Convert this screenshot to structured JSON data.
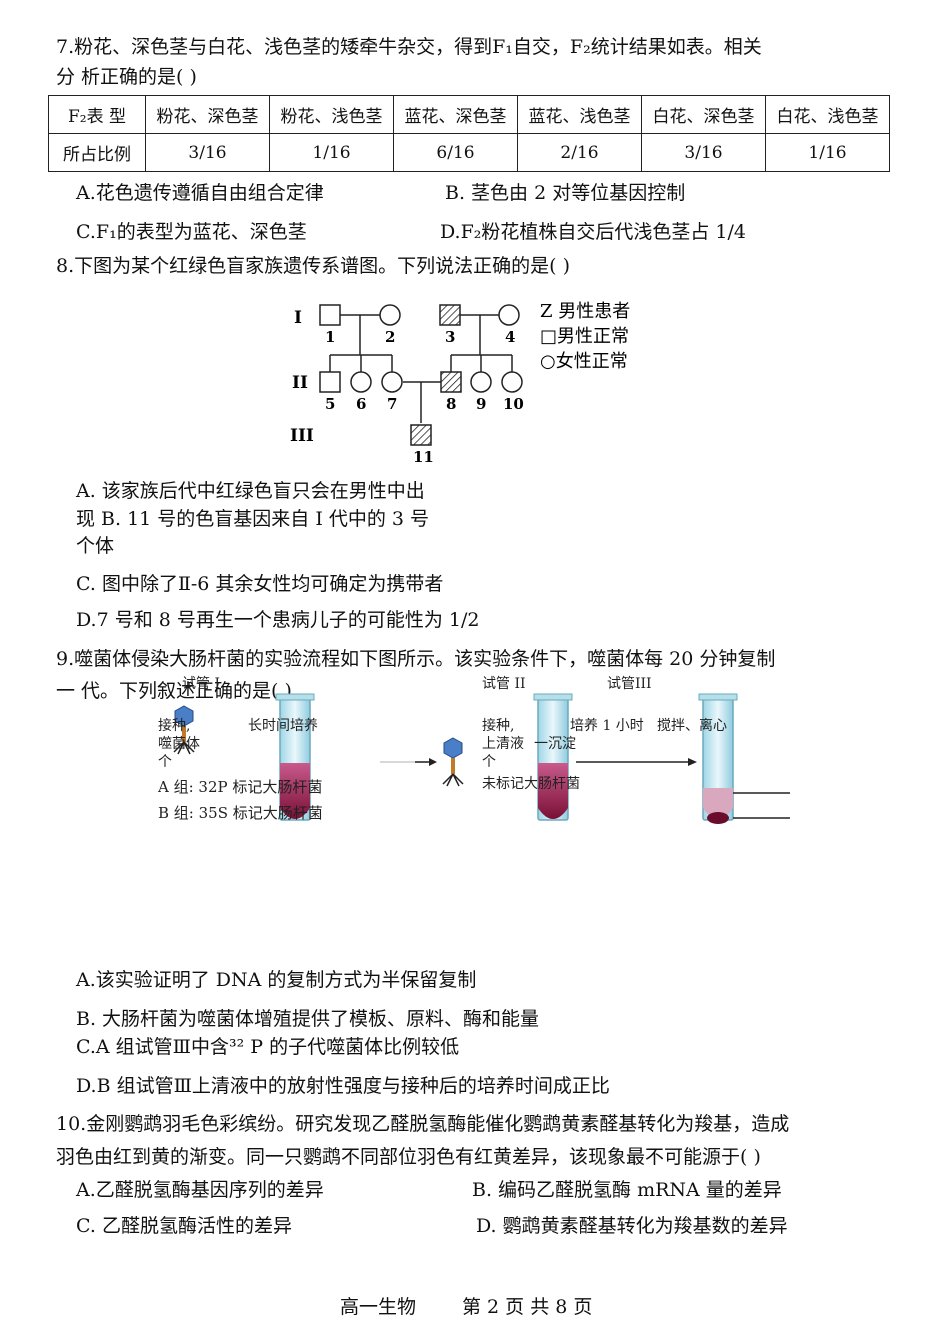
{
  "q7": {
    "stem_line1": "7.粉花、深色茎与白花、浅色茎的矮牵牛杂交，得到F₁自交，F₂统计结果如表。相关",
    "stem_line2": "分 析正确的是(    )",
    "table": {
      "header_label": "F₂表 型",
      "row_label": "所占比例",
      "phenotypes": [
        "粉花、深色茎",
        "粉花、浅色茎",
        "蓝花、深色茎",
        "蓝花、浅色茎",
        "白花、深色茎",
        "白花、浅色茎"
      ],
      "ratios": [
        "3/16",
        "1/16",
        "6/16",
        "2/16",
        "3/16",
        "1/16"
      ]
    },
    "options": {
      "A": "A.花色遗传遵循自由组合定律",
      "B": "B. 茎色由 2 对等位基因控制",
      "C": "C.F₁的表型为蓝花、深色茎",
      "D": "D.F₂粉花植株自交后代浅色茎占 1/4"
    }
  },
  "q8": {
    "stem": "8.下图为某个红绿色盲家族遗传系谱图。下列说法正确的是(    )",
    "pedigree": {
      "generations": [
        "I",
        "II",
        "III"
      ],
      "individuals": [
        "1",
        "2",
        "3",
        "4",
        "5",
        "6",
        "7",
        "8",
        "9",
        "10",
        "11"
      ],
      "legend": [
        "Z   男性患者",
        "□男性正常",
        "○女性正常"
      ]
    },
    "options": {
      "A_line1": "A. 该家族后代中红绿色盲只会在男性中出",
      "A_line2": "现  B. 11  号的色盲基因来自 I  代中的 3 号",
      "A_line3": "个体",
      "C": "C. 图中除了Ⅱ-6 其余女性均可确定为携带者",
      "D": "D.7  号和 8 号再生一个患病儿子的可能性为 1/2"
    }
  },
  "q9": {
    "stem_line1": "9.噬菌体侵染大肠杆菌的实验流程如下图所示。该实验条件下，噬菌体每 20 分钟复制",
    "stem_line2": "一  代。下列叙述正确的是(    )",
    "figure": {
      "tube1": "试管 I",
      "tube2": "试管 II",
      "tube3": "试管III",
      "inoculate1": "接种,",
      "phage1": "噬菌体",
      "ge1": "个",
      "long_culture": "长时间培养",
      "groupA": "A 组:   32P 标记大肠杆菌",
      "groupB": "B 组:   35S 标记大肠杆菌",
      "inoculate2": "接种,",
      "supernatant": "上清液",
      "ge2": "个",
      "unlabeled": "未标记大肠杆菌",
      "culture_1h": "培养 1 小时",
      "stir": "搅拌、离心",
      "precipitate": "一沉淀"
    },
    "options": {
      "A": "A.该实验证明了 DNA 的复制方式为半保留复制",
      "B": "B. 大肠杆菌为噬菌体增殖提供了模板、原料、酶和能量",
      "C": "C.A 组试管Ⅲ中含³² P 的子代噬菌体比例较低",
      "D": "D.B  组试管Ⅲ上清液中的放射性强度与接种后的培养时间成正比"
    }
  },
  "q10": {
    "stem_line1": "10.金刚鹦鹉羽毛色彩缤纷。研究发现乙醛脱氢酶能催化鹦鹉黄素醛基转化为羧基，造成",
    "stem_line2": "羽色由红到黄的渐变。同一只鹦鹉不同部位羽色有红黄差异，该现象最不可能源于(    )",
    "options": {
      "A": "A.乙醛脱氢酶基因序列的差异",
      "B": "B. 编码乙醛脱氢酶 mRNA 量的差异",
      "C": "C. 乙醛脱氢酶活性的差异",
      "D": "D. 鹦鹉黄素醛基转化为羧基数的差异"
    }
  },
  "footer": {
    "subject": "高一生物",
    "page": "第 2 页  共 8 页"
  }
}
